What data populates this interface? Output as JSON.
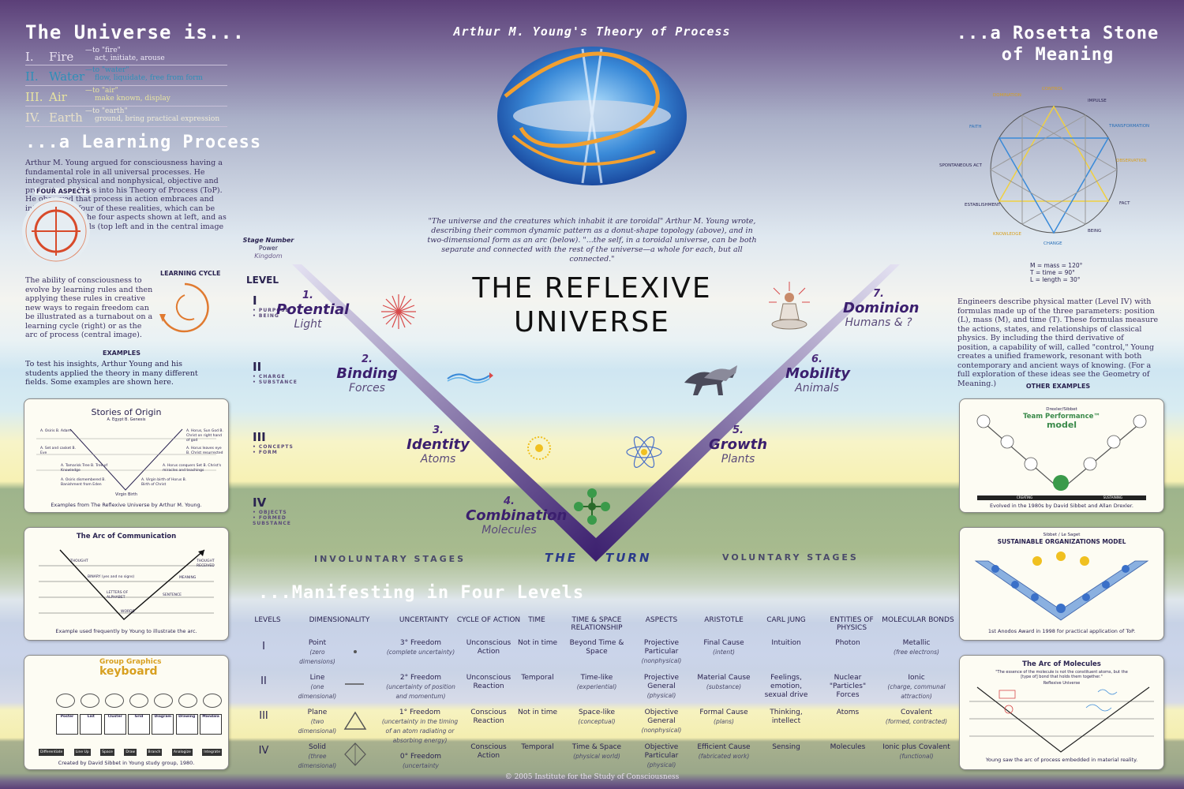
{
  "header": {
    "center_title": "Arthur M. Young's Theory of Process",
    "main_title_line1": "THE REFLEXIVE",
    "main_title_line2": "UNIVERSE"
  },
  "left": {
    "universe_title": "The Universe is...",
    "elements": [
      {
        "num": "I.",
        "name": "Fire",
        "desc1": "—to \"fire\"",
        "desc2": "act, initiate, arouse",
        "color": "#6a5a8a"
      },
      {
        "num": "II.",
        "name": "Water",
        "desc1": "—to \"water\"",
        "desc2": "flow, liquidate, free from form",
        "color": "#2f8fb8"
      },
      {
        "num": "III.",
        "name": "Air",
        "desc1": "—to \"air\"",
        "desc2": "make known, display",
        "color": "#8a8a30"
      },
      {
        "num": "IV.",
        "name": "Earth",
        "desc1": "—to \"earth\"",
        "desc2": "ground, bring practical expression",
        "color": "#5a6a40"
      }
    ],
    "learning_title": "...a Learning Process",
    "learning_text": "Arthur M. Young argued for consciousness having a fundamental role in all universal processes. He integrated physical and nonphysical, objective and projective realities into his Theory of Process (ToP). He observed that process in action embraces and integrates all four of these realities, which can be appreciated as the four aspects shown at left, and as hierarchical levels (top left and in the central image on this poster).",
    "four_aspects_label": "FOUR ASPECTS",
    "learning_cycle_label": "LEARNING CYCLE",
    "cycle_text": "The ability of consciousness to evolve by learning rules and then applying these rules in creative new ways to regain freedom can be illustrated as a turnabout on a learning cycle (right) or as the arc of process (central image).",
    "examples_label": "EXAMPLES",
    "examples_text": "To test his insights, Arthur Young and his students applied the theory in many different fields. Some examples are shown here.",
    "stories": {
      "title": "Stories of Origin",
      "top": "A. Egypt   B. Genesis",
      "items": [
        "A. Osiris B. Adam",
        "A. Set and casket B. Eve",
        "A. Tamarisk Tree B. Tree of Knowledge",
        "A. Osiris dismembered B. Banishment from Eden",
        "A. Horus, Sun God B. Christ on right hand of god",
        "A. Horus leaves eye B. Christ resurrected",
        "A. Horus conquers Set B. Christ's miracles and teachings",
        "A. Virgin birth of Horus B. Birth of Christ"
      ],
      "bottom": "Virgin Birth",
      "caption": "Examples from The Reflexive Universe by Arthur M. Young."
    },
    "arc_comm": {
      "title": "The Arc of Communication",
      "labels": [
        "THOUGHT",
        "BINARY (yes and no signs)",
        "LETTERS OF ALPHABET",
        "WORDS",
        "SENTENCE",
        "MEANING",
        "THOUGHT RECEIVED"
      ],
      "caption": "Example used frequently by Young to illustrate the arc."
    },
    "keyboard": {
      "title1": "Group Graphics",
      "title2": "keyboard",
      "cells": [
        "Poster",
        "List",
        "Cluster",
        "Grid",
        "Diagram",
        "Drawing",
        "Mandala"
      ],
      "bottom": [
        "Differentiate",
        "Line Up",
        "Space",
        "Draw",
        "Branch",
        "Analogize",
        "Integrate"
      ],
      "caption": "Created by David Sibbet in Young study group, 1980."
    }
  },
  "right": {
    "rosetta_title1": "...a Rosetta Stone",
    "rosetta_title2": "of Meaning",
    "wheel_labels": [
      "CONTROL",
      "IMPULSE",
      "TRANSFORMATION",
      "OBSERVATION",
      "FACT",
      "BEING",
      "CHANGE",
      "KNOWLEDGE",
      "ESTABLISHMENT",
      "SPONTANEOUS ACT",
      "FAITH",
      "DOMINATION"
    ],
    "units": [
      "M = mass = 120°",
      "T = time = 90°",
      "L = length = 30°"
    ],
    "engineers_text": "Engineers describe physical matter (Level IV) with formulas made up of the three parameters: position (L), mass (M), and time (T). These formulas measure the actions, states, and relationships of classical physics. By including the third derivative of position, a capability of will, called \"control,\" Young creates a unified framework, resonant with both contemporary and ancient ways of knowing. (For a full exploration of these ideas see the Geometry of Meaning.)",
    "other_examples": "OTHER EXAMPLES",
    "team": {
      "top": "Drexler/Sibbet",
      "title1": "Team Performance™",
      "title2": "model",
      "bar_left": "CREATING",
      "bar_right": "SUSTAINING",
      "caption": "Evolved in the 1980s by David Sibbet and Allan Drexler."
    },
    "sustain": {
      "top": "Sibbet / Le Saget",
      "title": "SUSTAINABLE ORGANIZATIONS MODEL",
      "caption": "1st Anodos Award in 1998 for practical application of ToP."
    },
    "molecules": {
      "title": "The Arc of Molecules",
      "quote": "\"The essence of the molecule is not the constituent atoms, but the [type of] bond that holds them together.\"",
      "source": "Reflexive Universe",
      "caption": "Young saw the arc of process embedded in material reality."
    }
  },
  "center": {
    "quote": "\"The universe and the creatures which inhabit it are toroidal\" Arthur M. Young wrote, describing their common dynamic pattern as a donut-shape topology (above), and in two-dimensional form as an arc (below). \"...the self, in a toroidal universe, can be both separate and connected with the rest of the universe—a whole for each, but all connected.\"",
    "stage_header": {
      "line1": "Stage Number",
      "line2": "Power",
      "line3": "Kingdom"
    },
    "level_label": "LEVEL",
    "levels": [
      {
        "num": "I",
        "sub1": "• PURPOSE",
        "sub2": "• BEING"
      },
      {
        "num": "II",
        "sub1": "• CHARGE",
        "sub2": "• SUBSTANCE"
      },
      {
        "num": "III",
        "sub1": "• CONCEPTS",
        "sub2": "• FORM"
      },
      {
        "num": "IV",
        "sub1": "• OBJECTS",
        "sub2": "• FORMED SUBSTANCE"
      }
    ],
    "stages": [
      {
        "num": "1.",
        "name": "Potential",
        "sub": "Light"
      },
      {
        "num": "2.",
        "name": "Binding",
        "sub": "Forces"
      },
      {
        "num": "3.",
        "name": "Identity",
        "sub": "Atoms"
      },
      {
        "num": "4.",
        "name": "Combination",
        "sub": "Molecules"
      },
      {
        "num": "5.",
        "name": "Growth",
        "sub": "Plants"
      },
      {
        "num": "6.",
        "name": "Mobility",
        "sub": "Animals"
      },
      {
        "num": "7.",
        "name": "Dominion",
        "sub": "Humans & ?"
      }
    ],
    "involuntary": "INVOLUNTARY STAGES",
    "voluntary": "VOLUNTARY STAGES",
    "turn1": "THE",
    "turn2": "TURN"
  },
  "table": {
    "title": "...Manifesting in Four Levels",
    "headers": [
      "LEVELS",
      "DIMENSIONALITY",
      "UNCERTAINTY",
      "CYCLE OF ACTION",
      "TIME",
      "TIME & SPACE RELATIONSHIP",
      "ASPECTS",
      "ARISTOTLE",
      "CARL JUNG",
      "ENTITIES OF PHYSICS",
      "MOLECULAR BONDS"
    ],
    "rows": [
      {
        "level": "I",
        "dim": "Point",
        "dim_sub": "(zero dimensions)",
        "unc": "3° Freedom",
        "unc_sub": "(complete uncertainty)",
        "cycle": "Unconscious Action",
        "time": "Not in time",
        "ts": "Beyond Time & Space",
        "ts_sub": "",
        "asp": "Projective Particular",
        "asp_sub": "(nonphysical)",
        "ari": "Final Cause",
        "ari_sub": "(intent)",
        "jung": "Intuition",
        "phys": "Photon",
        "bond": "Metallic",
        "bond_sub": "(free electrons)"
      },
      {
        "level": "II",
        "dim": "Line",
        "dim_sub": "(one dimensional)",
        "unc": "2° Freedom",
        "unc_sub": "(uncertainty of position and momentum)",
        "cycle": "Unconscious Reaction",
        "time": "Temporal",
        "ts": "Time-like",
        "ts_sub": "(experiential)",
        "asp": "Projective General",
        "asp_sub": "(physical)",
        "ari": "Material Cause",
        "ari_sub": "(substance)",
        "jung": "Feelings, emotion, sexual drive",
        "phys": "Nuclear \"Particles\" Forces",
        "bond": "Ionic",
        "bond_sub": "(charge, communal attraction)"
      },
      {
        "level": "III",
        "dim": "Plane",
        "dim_sub": "(two dimensional)",
        "unc": "1° Freedom",
        "unc_sub": "(uncertainty in the timing of an atom radiating or absorbing energy)",
        "cycle": "Conscious Reaction",
        "time": "Not in time",
        "ts": "Space-like",
        "ts_sub": "(conceptual)",
        "asp": "Objective General",
        "asp_sub": "(nonphysical)",
        "ari": "Formal Cause",
        "ari_sub": "(plans)",
        "jung": "Thinking, intellect",
        "phys": "Atoms",
        "bond": "Covalent",
        "bond_sub": "(formed, contracted)"
      },
      {
        "level": "IV",
        "dim": "Solid",
        "dim_sub": "(three dimensional)",
        "unc": "0° Freedom",
        "unc_sub": "(uncertainty",
        "cycle": "Conscious Action",
        "time": "Temporal",
        "ts": "Time & Space",
        "ts_sub": "(physical world)",
        "asp": "Objective Particular",
        "asp_sub": "(physical)",
        "ari": "Efficient Cause",
        "ari_sub": "(fabricated work)",
        "jung": "Sensing",
        "phys": "Molecules",
        "bond": "Ionic plus Covalent",
        "bond_sub": "(functional)"
      }
    ]
  },
  "footer": {
    "copyright": "© 2005 Institute for the Study of Consciousness"
  },
  "colors": {
    "arc_dark": "#3b1f6e",
    "arc_light": "#c7c2e0",
    "accent_orange": "#e07a30",
    "title_white": "#ffffff"
  }
}
